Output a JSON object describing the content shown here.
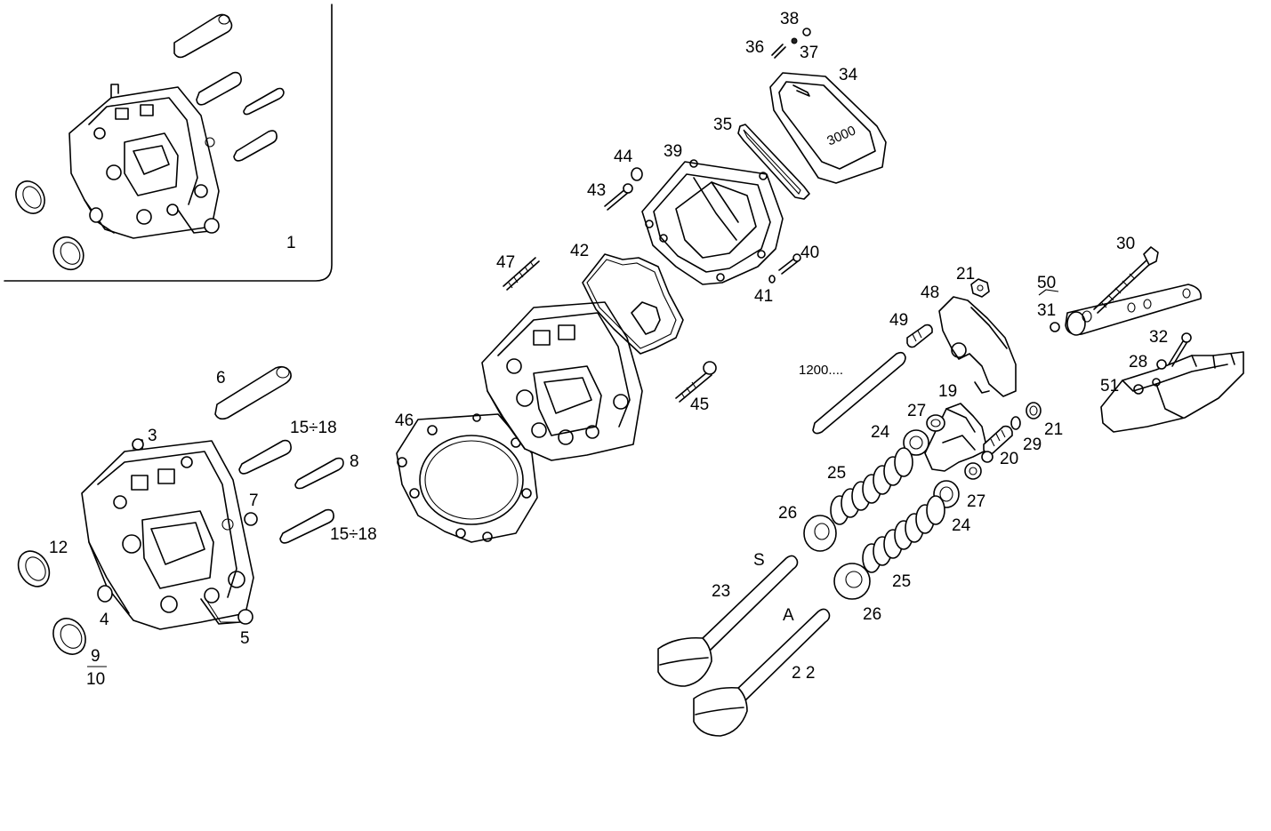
{
  "diagram": {
    "labels": {
      "l1": "1",
      "l3": "3",
      "l4": "4",
      "l5": "5",
      "l6": "6",
      "l7": "7",
      "l8": "8",
      "l9": "9",
      "l10": "10",
      "l12": "12",
      "l15a": "15÷18",
      "l15b": "15÷18",
      "l19": "19",
      "l20": "20",
      "l21a": "21",
      "l21b": "21",
      "l22": "2 2",
      "l23": "23",
      "l24a": "24",
      "l24b": "24",
      "l25a": "25",
      "l25b": "25",
      "l26a": "26",
      "l26b": "26",
      "l27a": "27",
      "l27b": "27",
      "l28": "28",
      "l29": "29",
      "l30": "30",
      "l31": "31",
      "l32": "32",
      "l34": "34",
      "l35": "35",
      "l36": "36",
      "l37": "37",
      "l38": "38",
      "l39": "39",
      "l40": "40",
      "l41": "41",
      "l42": "42",
      "l43": "43",
      "l44": "44",
      "l45": "45",
      "l46": "46",
      "l47": "47",
      "l48": "48",
      "l49": "49",
      "l50": "50",
      "l51": "51",
      "l1200": "1200....",
      "lS": "S",
      "lA": "A"
    },
    "cover_text": "3000"
  }
}
